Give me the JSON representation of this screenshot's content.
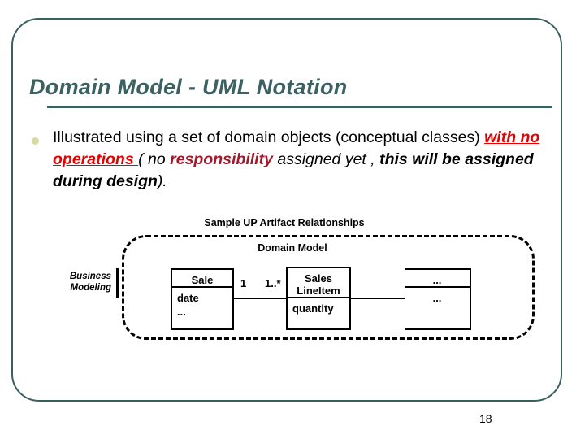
{
  "slide": {
    "title": "Domain Model - UML Notation",
    "page_number": "18",
    "frame_color": "#3b5f60",
    "title_color": "#3b6163",
    "bullet_color": "#d8d8a0"
  },
  "bullet": {
    "runs": [
      {
        "text": "Illustrated using a set of  domain objects (conceptual classes) ",
        "style": "plain"
      },
      {
        "text": "with no operations ",
        "style": "red-underline-bold-italic"
      },
      {
        "text": " ( ",
        "style": "italic"
      },
      {
        "text": "no ",
        "style": "italic"
      },
      {
        "text": "responsibility ",
        "style": "crimson-bold-italic"
      },
      {
        "text": "assigned yet ",
        "style": "italic"
      },
      {
        "text": ", ",
        "style": "italic"
      },
      {
        "text": "this will be assigned during design",
        "style": "bold-italic"
      },
      {
        "text": ").",
        "style": "italic"
      }
    ]
  },
  "diagram": {
    "caption": "Sample UP Artifact Relationships",
    "boundary_label": "Domain Model",
    "discipline_label_line1": "Business",
    "discipline_label_line2": "Modeling",
    "classes": [
      {
        "name_line1": "Sale",
        "name_line2": "",
        "attributes": [
          "date",
          "..."
        ]
      },
      {
        "name_line1": "Sales",
        "name_line2": "LineItem",
        "attributes": [
          "quantity"
        ]
      },
      {
        "name_line1": "...",
        "name_line2": "",
        "attributes": [
          "..."
        ]
      }
    ],
    "multiplicity_source": "1",
    "multiplicity_target": "1..*"
  }
}
